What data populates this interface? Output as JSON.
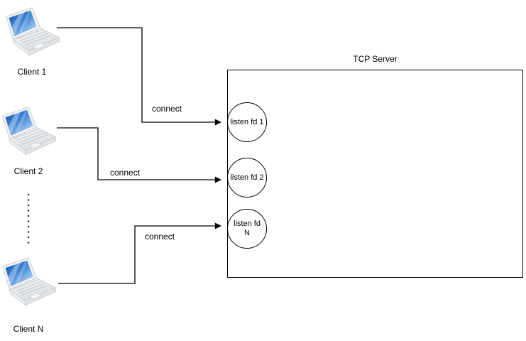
{
  "server": {
    "title": "TCP Server"
  },
  "sockets": [
    {
      "line1": "listen fd 1",
      "line2": ""
    },
    {
      "line1": "listen fd 2",
      "line2": ""
    },
    {
      "line1": "listen fd",
      "line2": "N"
    }
  ],
  "clients": [
    {
      "label": "Client 1"
    },
    {
      "label": "Client 2"
    },
    {
      "label": "Client N"
    }
  ],
  "connections": [
    {
      "label": "connect"
    },
    {
      "label": "connect"
    },
    {
      "label": "connect"
    }
  ],
  "colors": {
    "line": "#000000",
    "shape_stroke": "#000000",
    "shape_fill": "#ffffff",
    "laptop_screen_dark": "#1059ae",
    "laptop_screen_light": "#c2e0f8",
    "laptop_body": "#eceeef"
  },
  "icons": {
    "client_icon": "laptop-icon",
    "ellipsis": "vertical-dotted-ellipsis"
  }
}
